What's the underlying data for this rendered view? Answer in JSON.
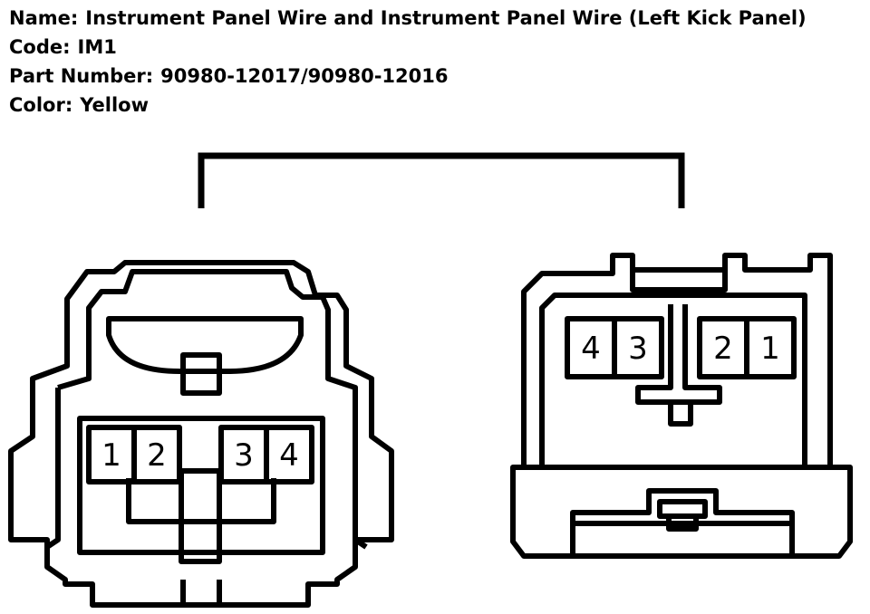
{
  "header": {
    "name_label": "Name:",
    "name_value": "Instrument Panel Wire and Instrument Panel Wire (Left Kick Panel)",
    "code_label": "Code:",
    "code_value": "IM1",
    "part_label": "Part Number:",
    "part_value": "90980-12017/90980-12016",
    "color_label": "Color:",
    "color_value": "Yellow"
  },
  "connectors": {
    "left": {
      "pins": [
        "1",
        "2",
        "3",
        "4"
      ]
    },
    "right": {
      "pins": [
        "4",
        "3",
        "2",
        "1"
      ]
    }
  }
}
